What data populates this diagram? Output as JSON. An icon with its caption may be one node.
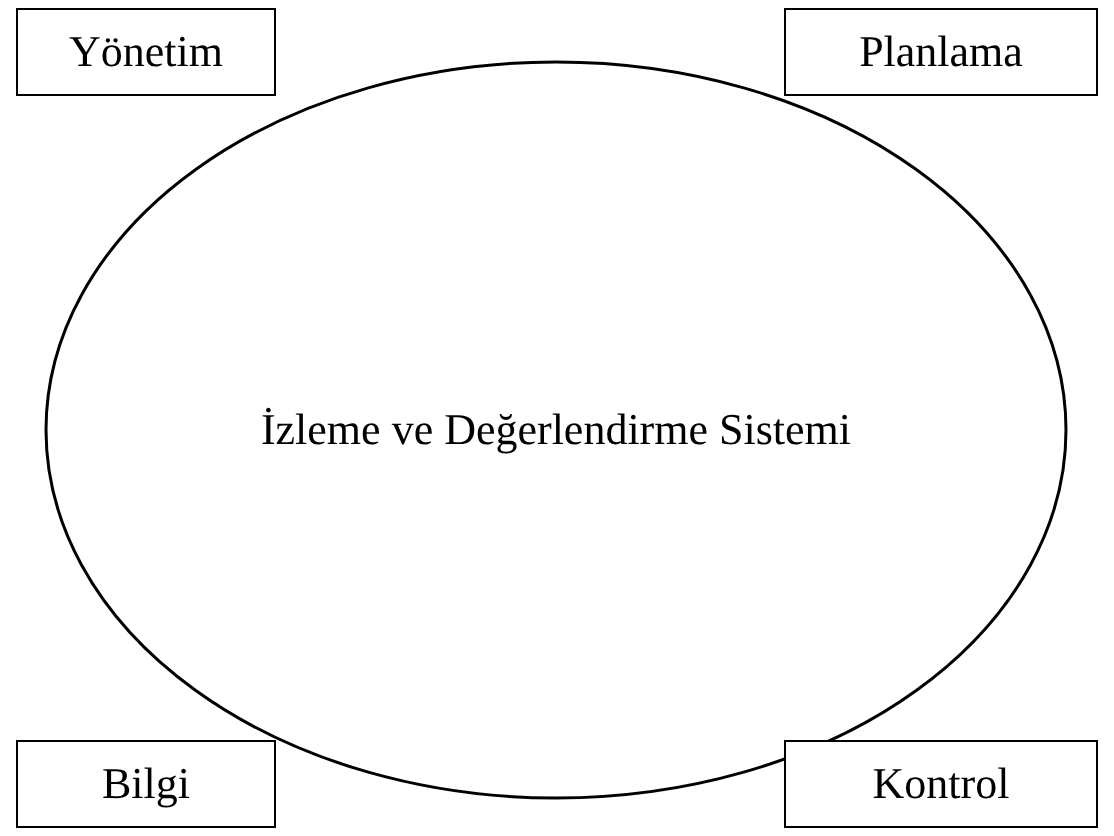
{
  "diagram": {
    "nodes": [
      {
        "text": [
          "İzleme ve Değerlendirme Sistemi"
        ]
      },
      {
        "text": [
          "Yönetim"
        ]
      },
      {
        "text": [
          "Planlama"
        ]
      },
      {
        "text": [
          "Bilgi"
        ]
      },
      {
        "text": [
          "Kontrol"
        ]
      }
    ]
  }
}
